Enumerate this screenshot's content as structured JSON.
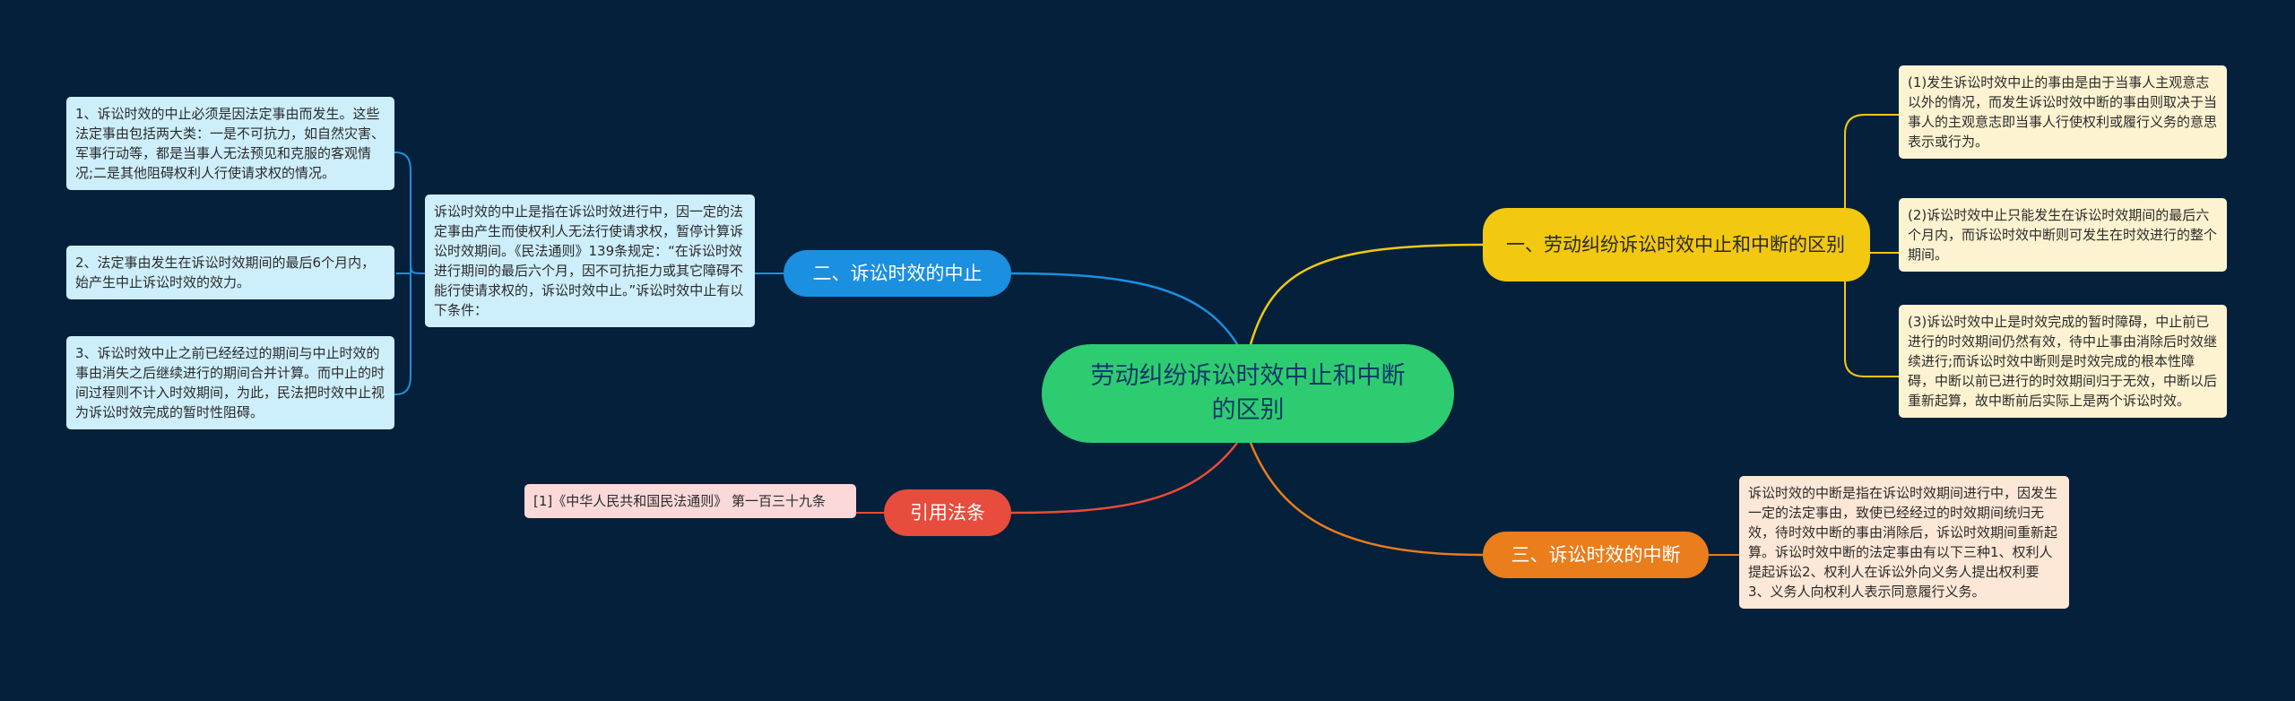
{
  "colors": {
    "background": "#05203a",
    "root": "#2ecc71",
    "branch_yellow": "#f2c811",
    "branch_blue": "#1b8fe0",
    "branch_orange": "#ea7d1c",
    "branch_red": "#e74c3c"
  },
  "root": {
    "label": "劳动纠纷诉讼时效中止和中断的区别"
  },
  "branches": {
    "b1": {
      "label": "一、劳动纠纷诉讼时效中止和中断的区别",
      "items": [
        "(1)发生诉讼时效中止的事由是由于当事人主观意志以外的情况，而发生诉讼时效中断的事由则取决于当事人的主观意志即当事人行使权利或履行义务的意思表示或行为。",
        "(2)诉讼时效中止只能发生在诉讼时效期间的最后六个月内，而诉讼时效中断则可发生在时效进行的整个期间。",
        "(3)诉讼时效中止是时效完成的暂时障碍，中止前已进行的时效期间仍然有效，待中止事由消除后时效继续进行;而诉讼时效中断则是时效完成的根本性障碍，中断以前已进行的时效期间归于无效，中断以后重新起算，故中断前后实际上是两个诉讼时效。"
      ]
    },
    "b2": {
      "label": "二、诉讼时效的中止",
      "intro": "诉讼时效的中止是指在诉讼时效进行中，因一定的法定事由产生而使权利人无法行使请求权，暂停计算诉讼时效期间。《民法通则》139条规定：“在诉讼时效进行期间的最后六个月，因不可抗拒力或其它障碍不能行使请求权的，诉讼时效中止。”诉讼时效中止有以下条件：",
      "items": [
        "1、诉讼时效的中止必须是因法定事由而发生。这些法定事由包括两大类：一是不可抗力，如自然灾害、军事行动等，都是当事人无法预见和克服的客观情况;二是其他阻碍权利人行使请求权的情况。",
        "2、法定事由发生在诉讼时效期间的最后6个月内，始产生中止诉讼时效的效力。",
        "3、诉讼时效中止之前已经经过的期间与中止时效的事由消失之后继续进行的期间合并计算。而中止的时间过程则不计入时效期间，为此，民法把时效中止视为诉讼时效完成的暂时性阻碍。"
      ]
    },
    "b3": {
      "label": "三、诉讼时效的中断",
      "detail": "诉讼时效的中断是指在诉讼时效期间进行中，因发生一定的法定事由，致使已经经过的时效期间统归无效，待时效中断的事由消除后，诉讼时效期间重新起算。诉讼时效中断的法定事由有以下三种1、权利人提起诉讼2、权利人在诉讼外向义务人提出权利要3、义务人向权利人表示同意履行义务。"
    },
    "b4": {
      "label": "引用法条",
      "detail": "[1]《中华人民共和国民法通则》 第一百三十九条"
    }
  }
}
